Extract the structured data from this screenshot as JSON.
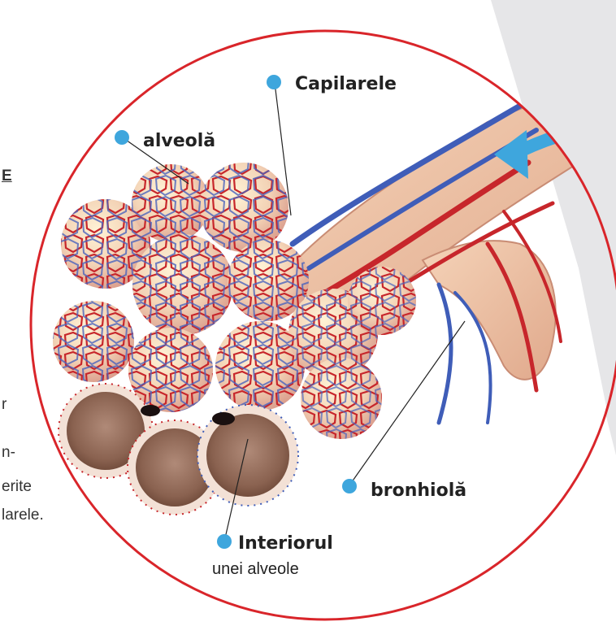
{
  "labels": {
    "capilarele": "Capilarele",
    "alveola": "alveolă",
    "bronhiola": "bronhiolă",
    "interiorul": "Interiorul",
    "interiorul_sub": "unei alveole"
  },
  "left_text_fragments": [
    "E",
    "r",
    "n-",
    "erite",
    "larele."
  ],
  "colors": {
    "ring": "#d9252a",
    "dot": "#3ea6dd",
    "arrow": "#3ea6dd",
    "artery": "#c7262b",
    "vein": "#3f5db8",
    "tissue": "#ecc2a0",
    "background_panel": "#e6e6e8"
  }
}
